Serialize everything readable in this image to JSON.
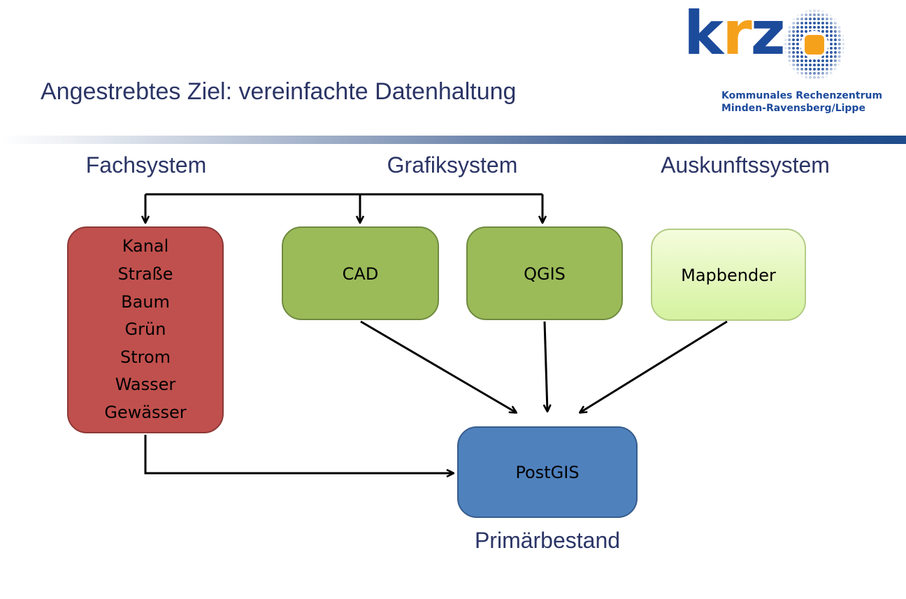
{
  "slide": {
    "title": "Angestrebtes Ziel: vereinfachte Datenhaltung"
  },
  "logo": {
    "letters": [
      "k",
      "r",
      "z"
    ],
    "subtitle_line1": "Kommunales Rechenzentrum",
    "subtitle_line2": "Minden-Ravensberg/Lippe",
    "colors": {
      "blue": "#1d4b9c",
      "orange": "#f5a11c"
    }
  },
  "columns": {
    "fachsystem": "Fachsystem",
    "grafiksystem": "Grafiksystem",
    "auskunftssystem": "Auskunftssystem"
  },
  "nodes": {
    "fach": {
      "items": [
        "Kanal",
        "Straße",
        "Baum",
        "Grün",
        "Strom",
        "Wasser",
        "Gewässer"
      ],
      "color": "#c0504d"
    },
    "cad": {
      "label": "CAD",
      "color": "#9bbb59"
    },
    "qgis": {
      "label": "QGIS",
      "color": "#9bbb59"
    },
    "mapbender": {
      "label": "Mapbender",
      "color": "#d5f2a0"
    },
    "postgis": {
      "label": "PostGIS",
      "color": "#4f81bd"
    }
  },
  "bottom_label": "Primärbestand",
  "edges": [
    {
      "from": "top-bus",
      "to": "fach"
    },
    {
      "from": "top-bus",
      "to": "cad"
    },
    {
      "from": "top-bus",
      "to": "qgis"
    },
    {
      "from": "cad",
      "to": "postgis"
    },
    {
      "from": "qgis",
      "to": "postgis"
    },
    {
      "from": "mapbender",
      "to": "postgis"
    },
    {
      "from": "fach",
      "to": "postgis"
    }
  ]
}
